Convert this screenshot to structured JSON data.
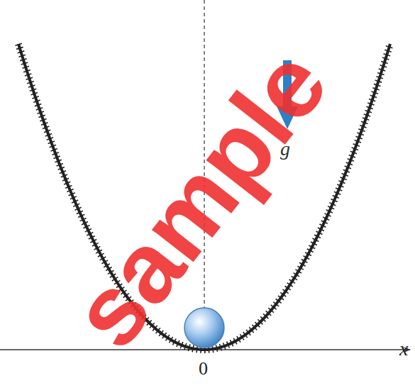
{
  "diagram": {
    "labels": [
      "g",
      "x",
      "0",
      "sample"
    ]
  }
}
